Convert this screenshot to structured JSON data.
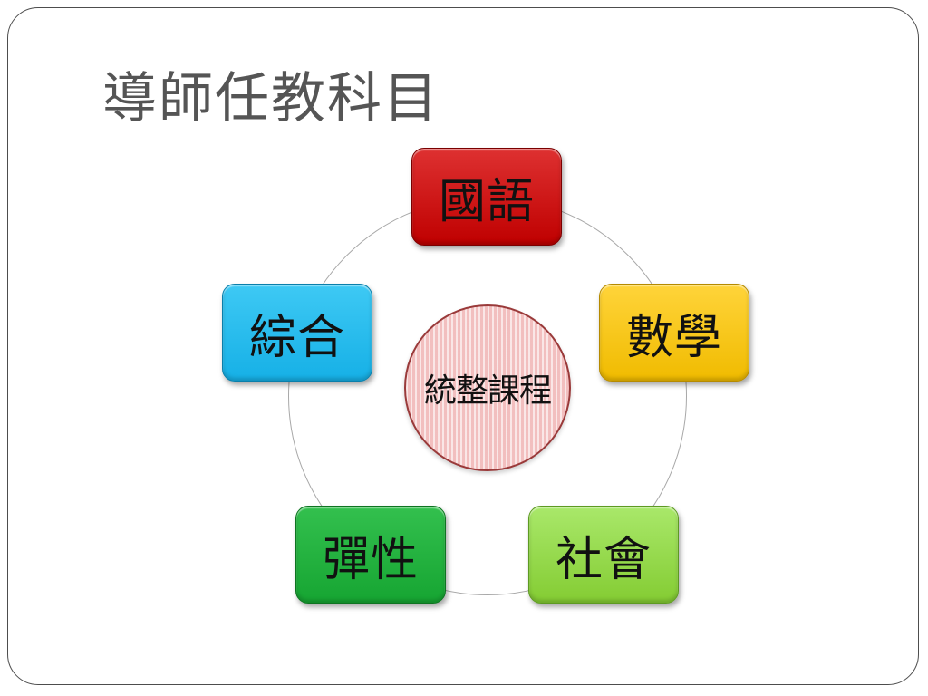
{
  "slide": {
    "title": "導師任教科目"
  },
  "diagram": {
    "center": "統整課程",
    "nodes": [
      {
        "label": "國語",
        "color": "#c80000"
      },
      {
        "label": "數學",
        "color": "#ffc800"
      },
      {
        "label": "社會",
        "color": "#92d050"
      },
      {
        "label": "彈性",
        "color": "#1cae3a"
      },
      {
        "label": "綜合",
        "color": "#1cb8ec"
      }
    ]
  }
}
